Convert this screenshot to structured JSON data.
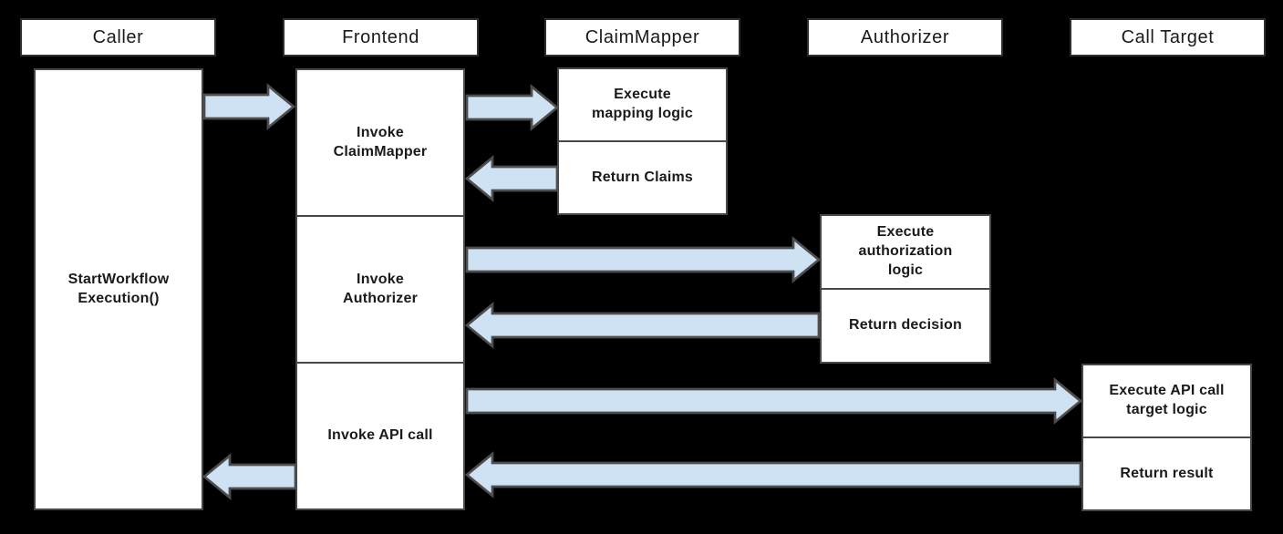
{
  "colors": {
    "background": "#000000",
    "box_fill": "#ffffff",
    "header_border": "#2e2e2e",
    "box_border": "#474747",
    "arrow_fill": "#cfe2f3",
    "arrow_stroke": "#4d4d4d",
    "text": "#1a1a1a"
  },
  "lifelines": [
    {
      "label": "Caller"
    },
    {
      "label": "Frontend"
    },
    {
      "label": "ClaimMapper"
    },
    {
      "label": "Authorizer"
    },
    {
      "label": "Call Target"
    }
  ],
  "activations": {
    "caller": {
      "label": "StartWorkflow\nExecution()"
    },
    "frontend": [
      {
        "label": "Invoke\nClaimMapper"
      },
      {
        "label": "Invoke\nAuthorizer"
      },
      {
        "label": "Invoke API call"
      }
    ],
    "claimmapper": [
      {
        "label": "Execute\nmapping logic"
      },
      {
        "label": "Return Claims"
      }
    ],
    "authorizer": [
      {
        "label": "Execute\nauthorization\nlogic"
      },
      {
        "label": "Return decision"
      }
    ],
    "calltarget": [
      {
        "label": "Execute API call\ntarget logic"
      },
      {
        "label": "Return result"
      }
    ]
  },
  "arrows": [
    {
      "from": "Caller",
      "to": "Frontend",
      "direction": "right",
      "meaning": "StartWorkflowExecution() call"
    },
    {
      "from": "Frontend",
      "to": "ClaimMapper",
      "direction": "right",
      "meaning": "Invoke ClaimMapper"
    },
    {
      "from": "ClaimMapper",
      "to": "Frontend",
      "direction": "left",
      "meaning": "Return Claims"
    },
    {
      "from": "Frontend",
      "to": "Authorizer",
      "direction": "right",
      "meaning": "Invoke Authorizer"
    },
    {
      "from": "Authorizer",
      "to": "Frontend",
      "direction": "left",
      "meaning": "Return decision"
    },
    {
      "from": "Frontend",
      "to": "Call Target",
      "direction": "right",
      "meaning": "Invoke API call"
    },
    {
      "from": "Call Target",
      "to": "Frontend",
      "direction": "left",
      "meaning": "Return result"
    },
    {
      "from": "Frontend",
      "to": "Caller",
      "direction": "left",
      "meaning": "Return result to caller"
    }
  ]
}
